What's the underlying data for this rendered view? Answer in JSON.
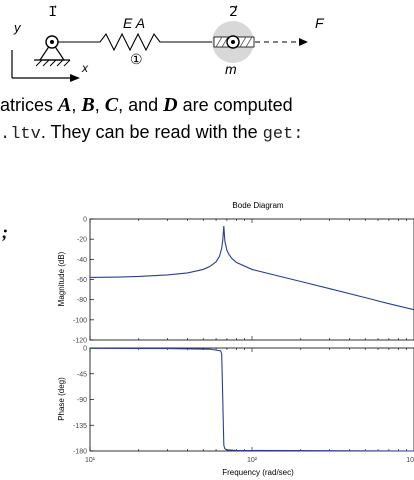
{
  "figure": {
    "node1_label": "1⃗",
    "node2_label": "2⃗",
    "axis_y": "y",
    "axis_x": "x",
    "spring_label": "E A",
    "element_number": "①",
    "mass_label": "m",
    "force_label": "F"
  },
  "text": {
    "line1_start": "atrices ",
    "var_a": "A",
    "sep1": ", ",
    "var_b": "B",
    "sep2": ", ",
    "var_c": "C",
    "sep3": ", and ",
    "var_d": "D",
    "line1_end": " are computed",
    "line2_code1": ".ltv",
    "line2_text": ". They can be read with the ",
    "line2_code2": "get:",
    "semicolon": ";"
  },
  "bode": {
    "title": "Bode Diagram",
    "xlabel": "Frequency  (rad/sec)",
    "colors": {
      "line": "#2b3f8f",
      "axes": "#000000"
    }
  },
  "chart_data": [
    {
      "type": "line",
      "title": "Bode Diagram",
      "ylabel": "Magnitude (dB)",
      "xlabel": "",
      "x_scale": "log",
      "xlim": [
        10,
        1000
      ],
      "ylim": [
        -120,
        0
      ],
      "yticks": [
        0,
        -20,
        -40,
        -60,
        -80,
        -100,
        -120
      ],
      "xtick_labels": [],
      "grid": false,
      "series": [
        {
          "x": [
            10,
            15,
            20,
            30,
            40,
            50,
            55,
            60,
            63,
            65,
            66,
            67,
            68,
            70,
            72,
            75,
            80,
            100,
            150,
            200,
            300,
            500,
            700,
            1000
          ],
          "values": [
            -58,
            -57.6,
            -57,
            -55.5,
            -53.5,
            -50,
            -47,
            -42.5,
            -37,
            -29,
            -21,
            -7,
            -22,
            -31,
            -35,
            -39,
            -43,
            -50,
            -57,
            -62,
            -69,
            -78,
            -84,
            -90
          ]
        }
      ]
    },
    {
      "type": "line",
      "title": "",
      "ylabel": "Phase (deg)",
      "xlabel": "Frequency  (rad/sec)",
      "x_scale": "log",
      "xlim": [
        10,
        1000
      ],
      "ylim": [
        -180,
        0
      ],
      "yticks": [
        0,
        -45,
        -90,
        -135,
        -180
      ],
      "xtick_labels": [
        "10¹",
        "10²",
        "10"
      ],
      "grid": false,
      "series": [
        {
          "x": [
            10,
            30,
            55,
            64,
            65,
            66,
            67,
            68,
            70,
            80,
            1000
          ],
          "values": [
            -0.5,
            -1,
            -2,
            -5,
            -10,
            -90,
            -170,
            -176,
            -178,
            -179,
            -180
          ]
        }
      ]
    }
  ]
}
